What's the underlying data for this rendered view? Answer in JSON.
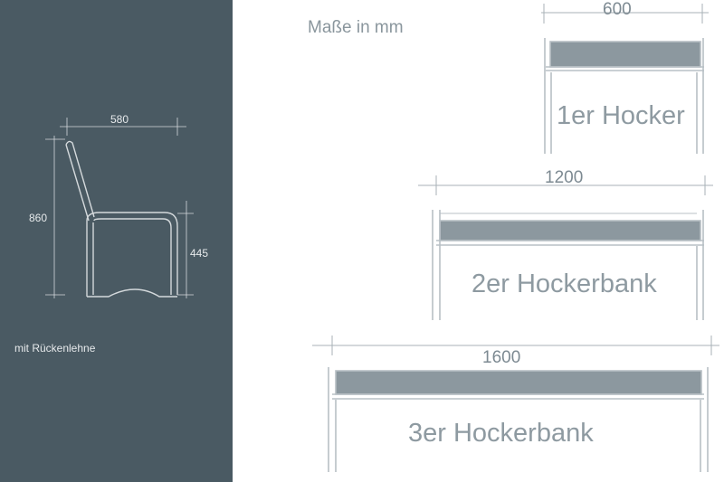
{
  "units_label": "Maße in mm",
  "side_view": {
    "width_label": "580",
    "height_label": "860",
    "seat_height_label": "445",
    "caption": "mit Rückenlehne"
  },
  "benches": [
    {
      "name": "1er Hocker",
      "width_label": "600"
    },
    {
      "name": "2er Hockerbank",
      "width_label": "1200"
    },
    {
      "name": "3er Hockerbank",
      "width_label": "1600"
    }
  ],
  "colors": {
    "panel": "#4a5a63",
    "seat_fill": "#8c989f",
    "frame_stroke": "#b8c0c5",
    "dim_line": "#a9b2b7"
  }
}
